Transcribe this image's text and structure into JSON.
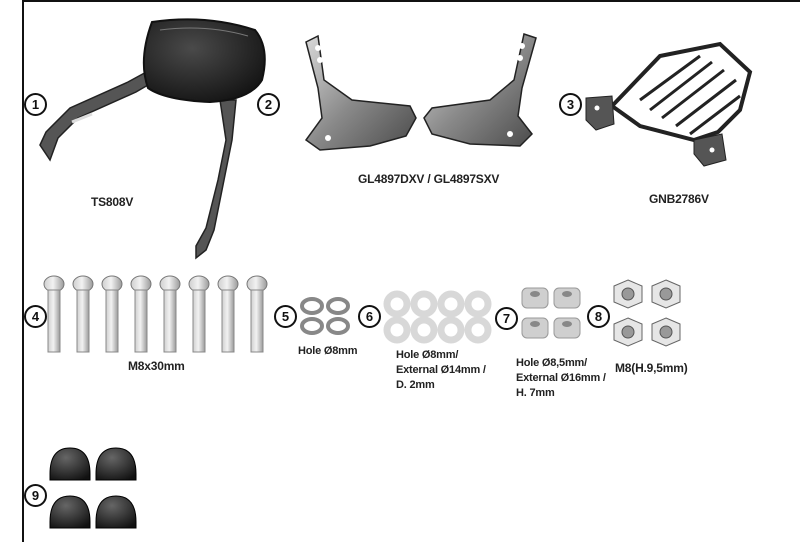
{
  "items": [
    {
      "number": "1"
    },
    {
      "number": "2",
      "code": "TS808V"
    },
    {
      "code": "GL4897DXV / GL4897SXV"
    },
    {
      "number": "3",
      "code": "GNB2786V"
    },
    {
      "number": "4",
      "spec": "M8x30mm"
    },
    {
      "number": "5",
      "spec": "Hole Ø8mm"
    },
    {
      "number": "6",
      "spec_lines": [
        "Hole Ø8mm/",
        "External Ø14mm /",
        "D. 2mm"
      ]
    },
    {
      "number": "7",
      "spec_lines": [
        "Hole Ø8,5mm/",
        "External Ø16mm /",
        "H. 7mm"
      ]
    },
    {
      "number": "8",
      "spec": "M8(H.9,5mm)"
    },
    {
      "number": "9"
    }
  ]
}
